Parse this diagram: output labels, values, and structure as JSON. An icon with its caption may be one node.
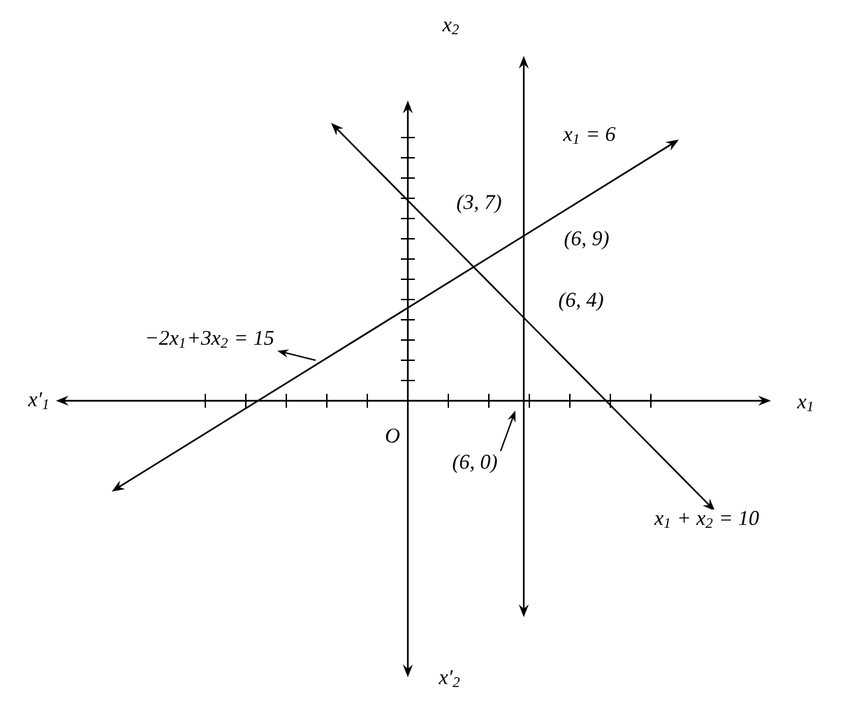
{
  "diagram": {
    "nodes": [
      {
        "text": [
          "−2x$_{1}$+3x$_{2}$ = 15"
        ]
      },
      {
        "text": [
          "(6, 0)"
        ]
      }
    ],
    "edges": [
      {
        "from": null,
        "to": 0,
        "arrow": "to"
      },
      {
        "from": 1,
        "to": null,
        "arrow": "to"
      }
    ],
    "labels": [
      "x$_{2}$",
      "x$_{1}$ = 6",
      "(3, 7)",
      "(6, 9)",
      "(6, 4)",
      "x′$_{1}$",
      "x$_{1}$",
      "O",
      "x$_{1}$ + x$_{2}$ = 10",
      "x′$_{2}$"
    ]
  }
}
